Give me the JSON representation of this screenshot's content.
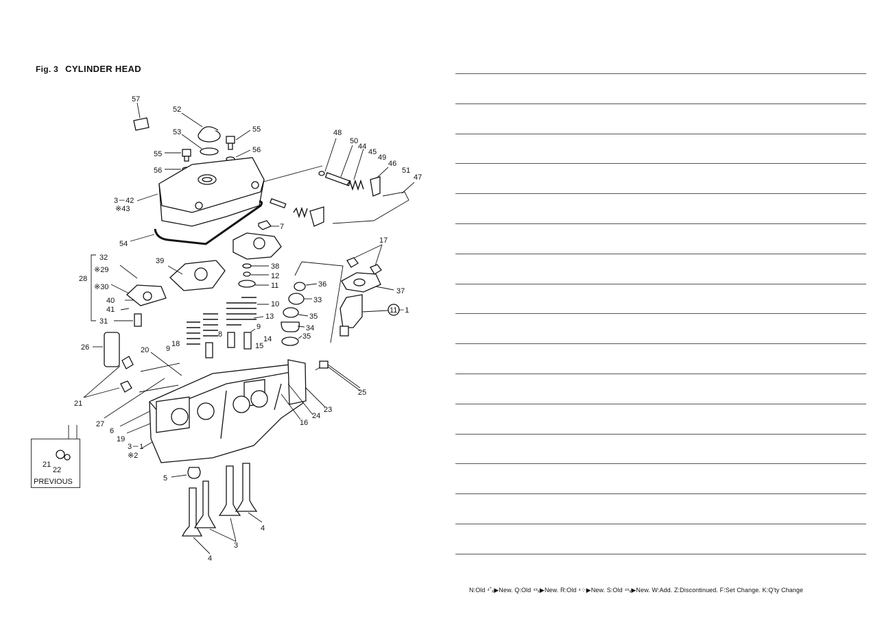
{
  "figure": {
    "number": "Fig. 3",
    "title": "CYLINDER  HEAD"
  },
  "callouts": [
    "57",
    "52",
    "53",
    "55",
    "55",
    "56",
    "56",
    "3－42",
    "※43",
    "54",
    "48",
    "50",
    "44",
    "45",
    "49",
    "46",
    "51",
    "47",
    "7",
    "17",
    "37",
    "32",
    "※29",
    "28",
    "※30",
    "40",
    "41",
    "31",
    "39",
    "38",
    "12",
    "11",
    "10",
    "13",
    "9",
    "36",
    "33",
    "35",
    "34",
    "35",
    "11－1",
    "14",
    "15",
    "8",
    "18",
    "9",
    "20",
    "26",
    "21",
    "27",
    "6",
    "19",
    "25",
    "23",
    "24",
    "16",
    "3－1",
    "※2",
    "5",
    "4",
    "3",
    "4",
    "21",
    "22"
  ],
  "previous_label": "PREVIOUS",
  "legend": "N:Old ⁴˚ₓ▶New.  Q:Old ⁴ˣₓ▶New.  R:Old ⁴⁘▶New.  S:Old ⁴ˣₓ▶New.  W:Add.  Z:Discontinued.  F:Set Change.  K:Q'ty Change",
  "ruled_line_count": 17
}
